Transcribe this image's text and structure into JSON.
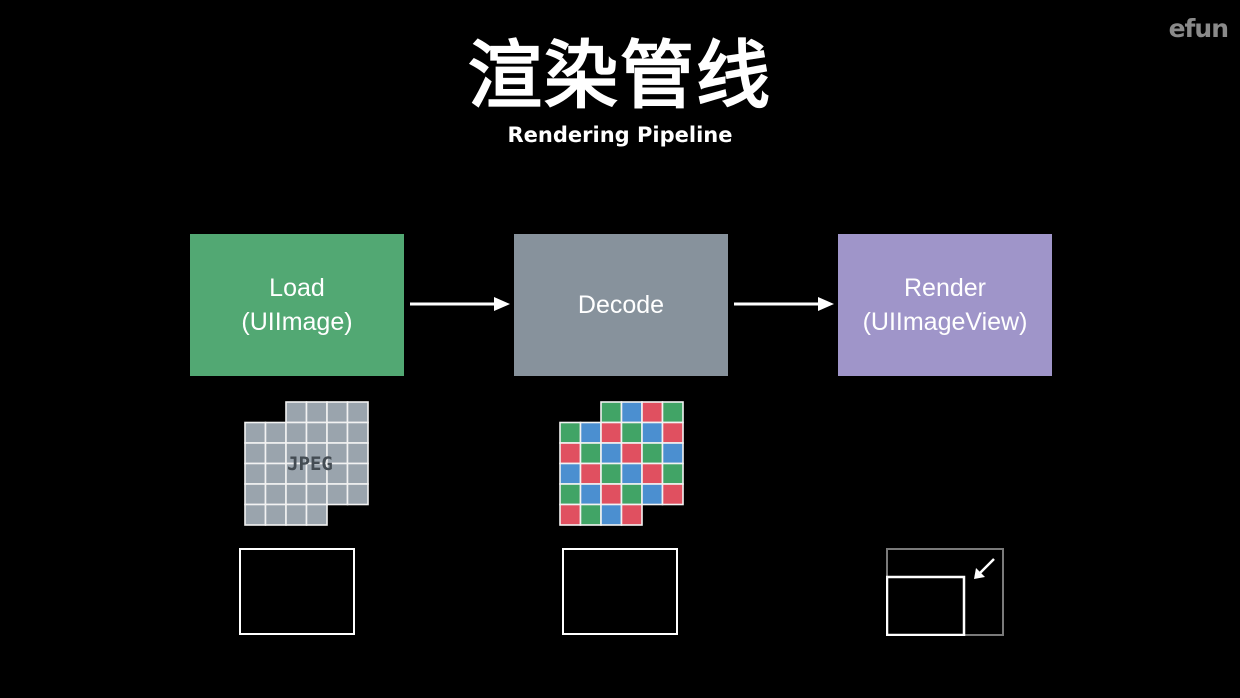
{
  "header": {
    "title": "渲染管线",
    "subtitle": "Rendering Pipeline",
    "logo": "efun"
  },
  "pipeline": {
    "stages": [
      {
        "line1": "Load",
        "line2": "(UIImage)",
        "color": "#52a873"
      },
      {
        "line1": "Decode",
        "line2": "",
        "color": "#87929c"
      },
      {
        "line1": "Render",
        "line2": "(UIImageView)",
        "color": "#9f95c9"
      }
    ],
    "jpeg_label": "JPEG",
    "pixel_colors": {
      "red": "#e05060",
      "green": "#41a466",
      "blue": "#4b8fd0",
      "jpeg_cell": "#9aa4ad"
    }
  }
}
